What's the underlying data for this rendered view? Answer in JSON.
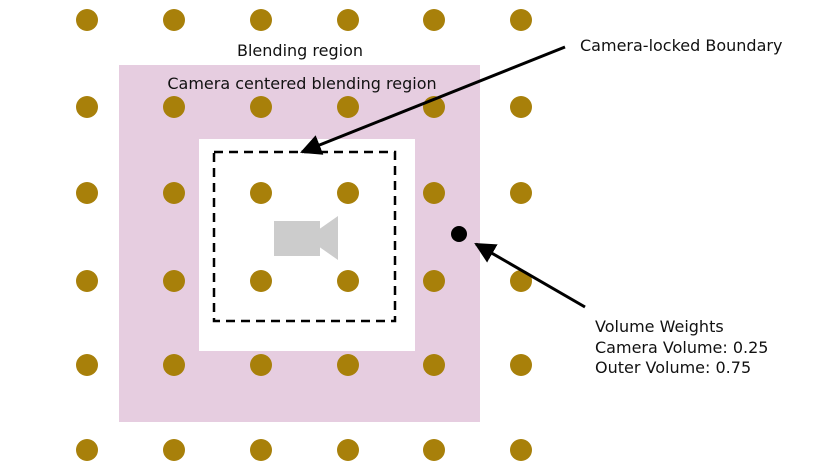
{
  "labels": {
    "blending_region": "Blending region",
    "camera_centered_region": "Camera centered blending region",
    "camera_locked_boundary": "Camera-locked Boundary",
    "volume_weights_title": "Volume Weights",
    "camera_volume_line": "Camera Volume: 0.25",
    "outer_volume_line": "Outer Volume: 0.75"
  },
  "icons": {
    "camera": "video-camera-icon",
    "probe": "probe-dot-icon"
  },
  "colors": {
    "blending_region": "#e6cde0",
    "inner_region": "#ffffff",
    "probe_dots": "#a8800a",
    "camera_icon": "#cccccc",
    "boundary_and_arrows": "#000000",
    "weight_sample_dot": "#000000"
  },
  "grid": {
    "columns": 6,
    "rows": 6
  }
}
